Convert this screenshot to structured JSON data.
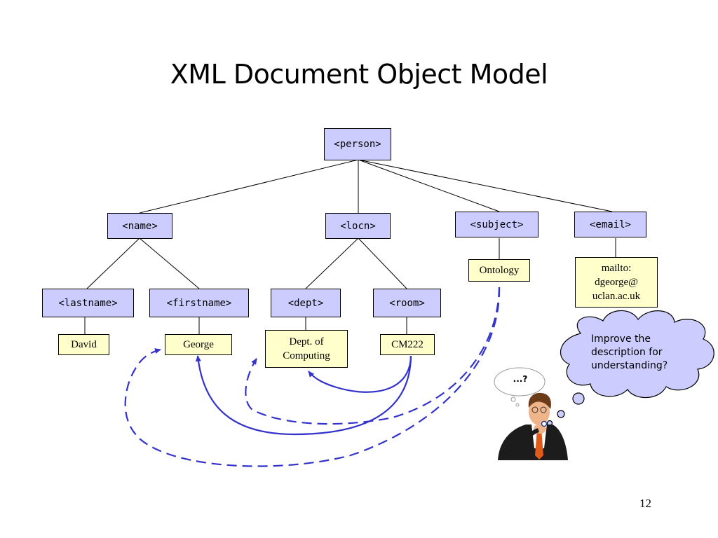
{
  "slide": {
    "title": "XML Document Object Model",
    "page_number": "12"
  },
  "elements": {
    "person": "<person>",
    "name": "<name>",
    "locn": "<locn>",
    "subject": "<subject>",
    "email": "<email>",
    "lastname": "<lastname>",
    "firstname": "<firstname>",
    "dept": "<dept>",
    "room": "<room>"
  },
  "values": {
    "ontology": "Ontology",
    "email": "mailto:\ndgeorge@\nuclan.ac.uk",
    "david": "David",
    "george": "George",
    "dept": "Dept. of\nComputing",
    "room": "CM222"
  },
  "callout": {
    "cloud_text": "Improve the\ndescription for\nunderstanding?",
    "thought_text": "...?"
  },
  "colors": {
    "element_fill": "#ccccff",
    "value_fill": "#ffffcc",
    "arrow": "#3333cc",
    "cloud_fill": "#ccccff"
  }
}
